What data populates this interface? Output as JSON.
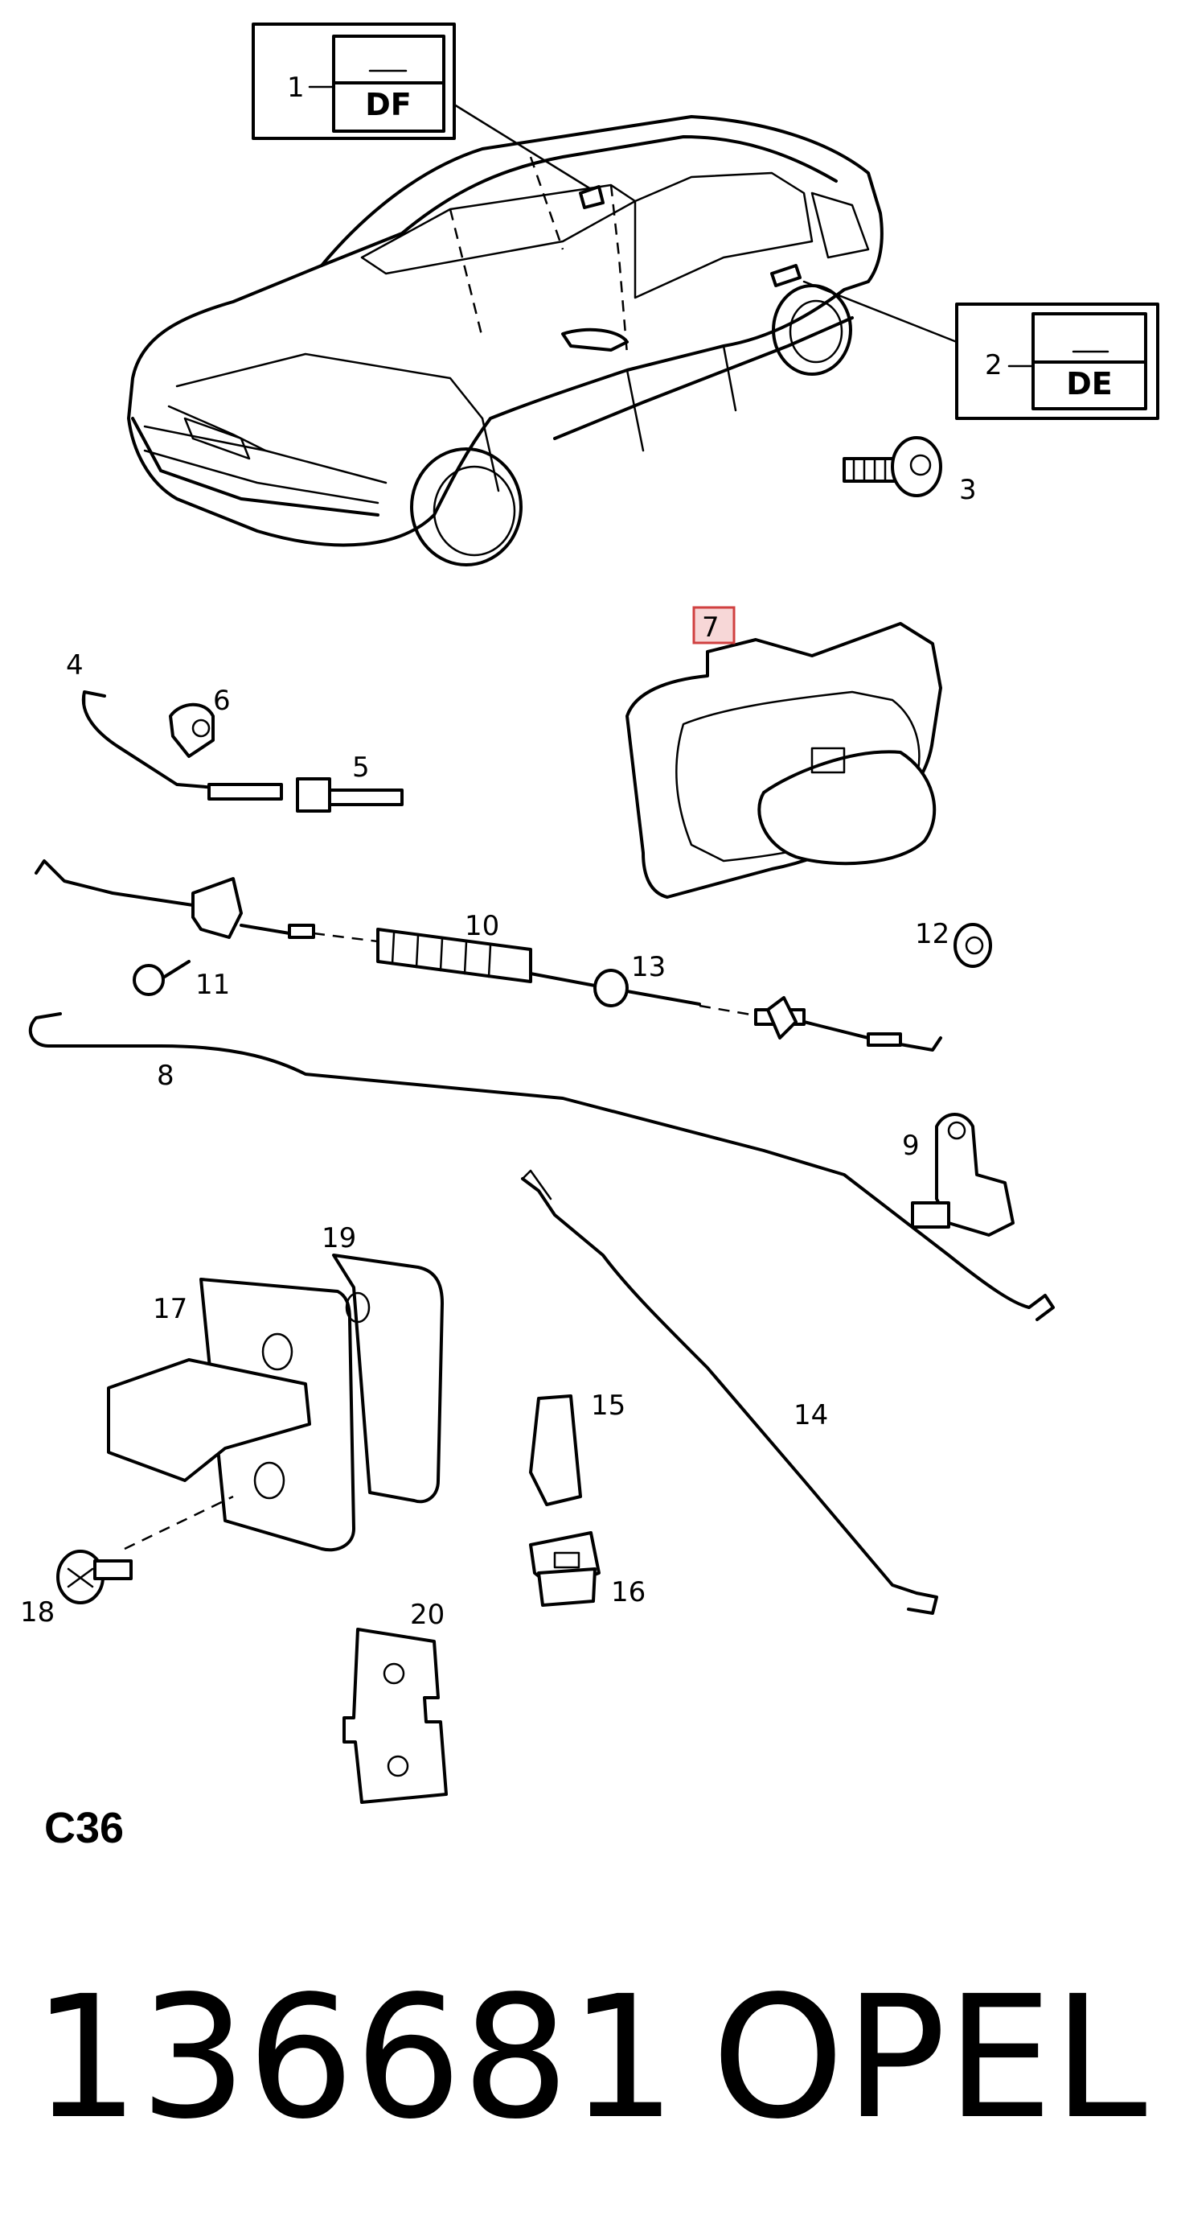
{
  "diagram": {
    "callouts": [
      "1",
      "2",
      "3",
      "4",
      "5",
      "6",
      "7",
      "8",
      "9",
      "10",
      "11",
      "12",
      "13",
      "14",
      "15",
      "16",
      "17",
      "18",
      "19",
      "20"
    ],
    "codes": {
      "box1": "DF",
      "box2": "DE"
    },
    "section_code": "C36",
    "part_number": "136681",
    "brand": "OPEL",
    "highlight_color": "#d04040"
  }
}
